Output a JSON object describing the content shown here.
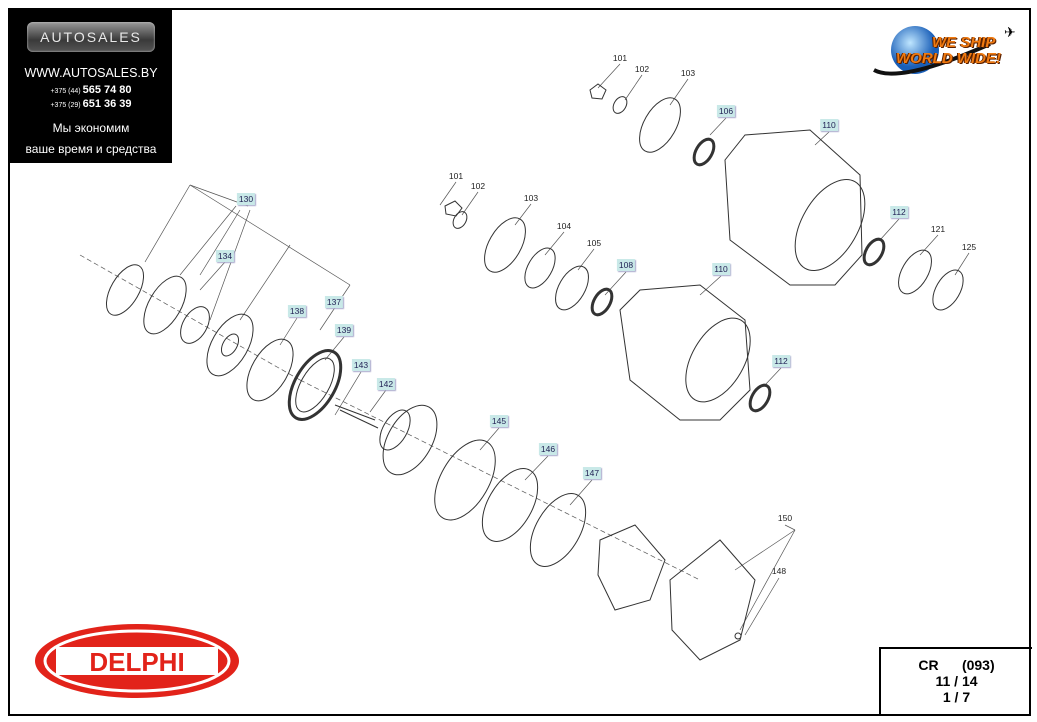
{
  "promo": {
    "brand": "AUTOSALES",
    "url": "WWW.AUTOSALES.BY",
    "phones": [
      {
        "code": "+375 (44)",
        "number": "565 74 80"
      },
      {
        "code": "+375 (29)",
        "number": "651 36 39"
      }
    ],
    "slogan_line1": "Мы экономим",
    "slogan_line2": "ваше время и средства"
  },
  "shipping_badge": {
    "line1": "WE SHIP",
    "line2": "WORLD WIDE!"
  },
  "manufacturer_logo": "DELPHI",
  "title_block": {
    "model": "CR",
    "code": "(093)",
    "sheet": "11 / 14",
    "page": "1 / 7"
  },
  "part_labels": {
    "top": [
      "101",
      "102",
      "103",
      "106",
      "110",
      "112",
      "121",
      "125"
    ],
    "middle": [
      "101",
      "102",
      "103",
      "104",
      "105",
      "108",
      "110",
      "112"
    ],
    "left": [
      "130",
      "134",
      "137",
      "138",
      "139",
      "143",
      "142",
      "145",
      "146",
      "147",
      "150",
      "148"
    ]
  }
}
